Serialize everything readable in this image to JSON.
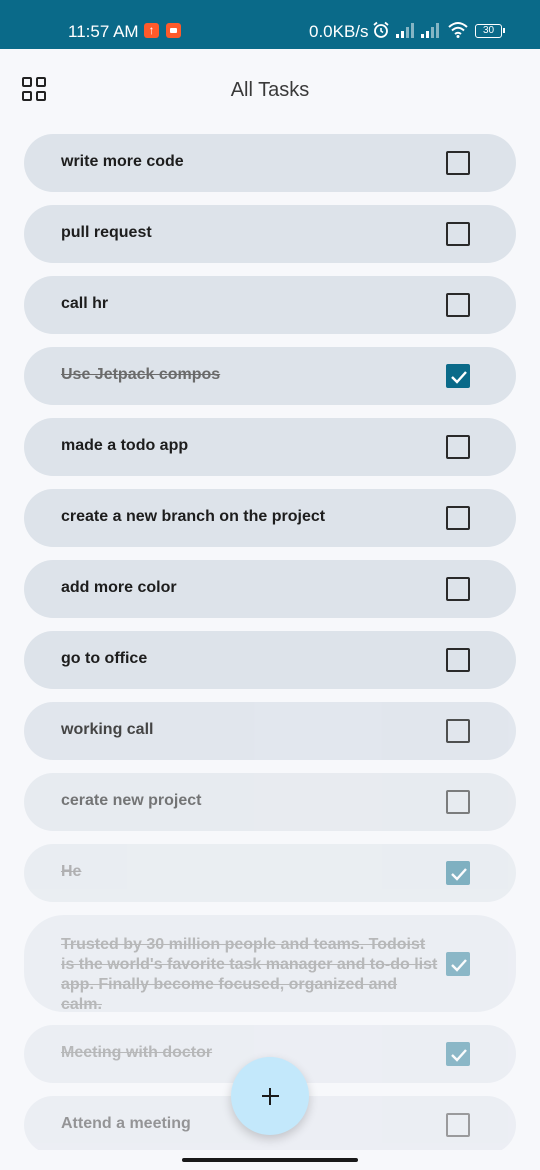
{
  "status_bar": {
    "time": "11:57 AM",
    "network_speed": "0.0KB/s",
    "battery": "30"
  },
  "header": {
    "title": "All Tasks",
    "menu_icon": "grid-icon"
  },
  "tasks": [
    {
      "text": "write more code",
      "done": false
    },
    {
      "text": "pull request",
      "done": false
    },
    {
      "text": "call hr",
      "done": false
    },
    {
      "text": "Use Jetpack compos",
      "done": true
    },
    {
      "text": "made a todo app",
      "done": false
    },
    {
      "text": "create a new branch on the project",
      "done": false
    },
    {
      "text": "add more color",
      "done": false
    },
    {
      "text": "go to office",
      "done": false
    },
    {
      "text": "working call",
      "done": false
    },
    {
      "text": "cerate new project",
      "done": false
    },
    {
      "text": "He",
      "done": true
    },
    {
      "text": "Trusted by 30 million people and teams. Todoist is the world's favorite task manager and to-do list app. Finally become focused, organized and calm.",
      "done": true
    },
    {
      "text": "Meeting with doctor",
      "done": true
    },
    {
      "text": "Attend a meeting",
      "done": false
    }
  ],
  "fab": {
    "icon": "plus-icon"
  },
  "colors": {
    "accent": "#0a6a89",
    "task_background": "#dde3ea",
    "fab_background": "#c3e8fb"
  }
}
